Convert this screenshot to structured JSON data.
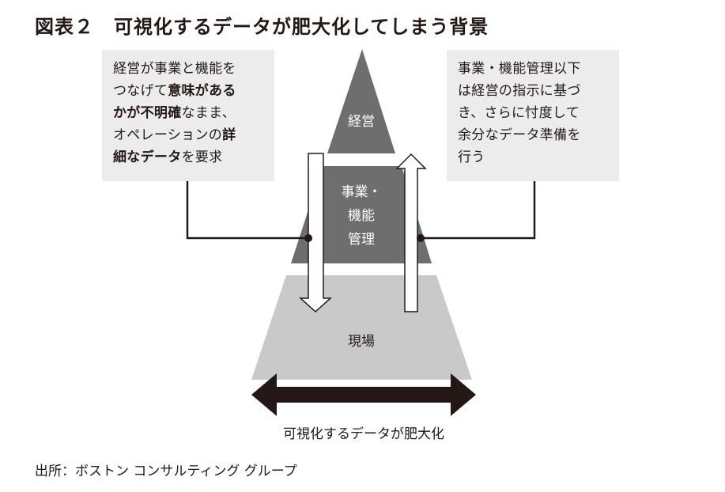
{
  "title": "図表２　可視化するデータが肥大化してしまう背景",
  "left_note": {
    "lines": [
      [
        {
          "t": "経営が事業と機能を",
          "b": false
        }
      ],
      [
        {
          "t": "つなげて",
          "b": false
        },
        {
          "t": "意味がある",
          "b": true
        }
      ],
      [
        {
          "t": "かが不明確",
          "b": true
        },
        {
          "t": "なまま、",
          "b": false
        }
      ],
      [
        {
          "t": "オペレーションの",
          "b": false
        },
        {
          "t": "詳",
          "b": true
        }
      ],
      [
        {
          "t": "細なデータ",
          "b": true
        },
        {
          "t": "を要求",
          "b": false
        }
      ]
    ]
  },
  "right_note": {
    "lines": [
      "事業・機能管理以下",
      "は経営の指示に基づ",
      "き、さらに忖度して",
      "余分なデータ準備を",
      "行う"
    ]
  },
  "tiers": {
    "top": "経営",
    "middle_lines": [
      "事業・",
      "機能",
      "管理"
    ],
    "bottom": "現場"
  },
  "caption": "可視化するデータが肥大化",
  "source": "出所：ボストン コンサルティング グループ",
  "colors": {
    "tier_dark": "#6e6e6e",
    "tier_light": "#c9c9c9",
    "callout_bg": "#ececec",
    "ink": "#231815"
  }
}
